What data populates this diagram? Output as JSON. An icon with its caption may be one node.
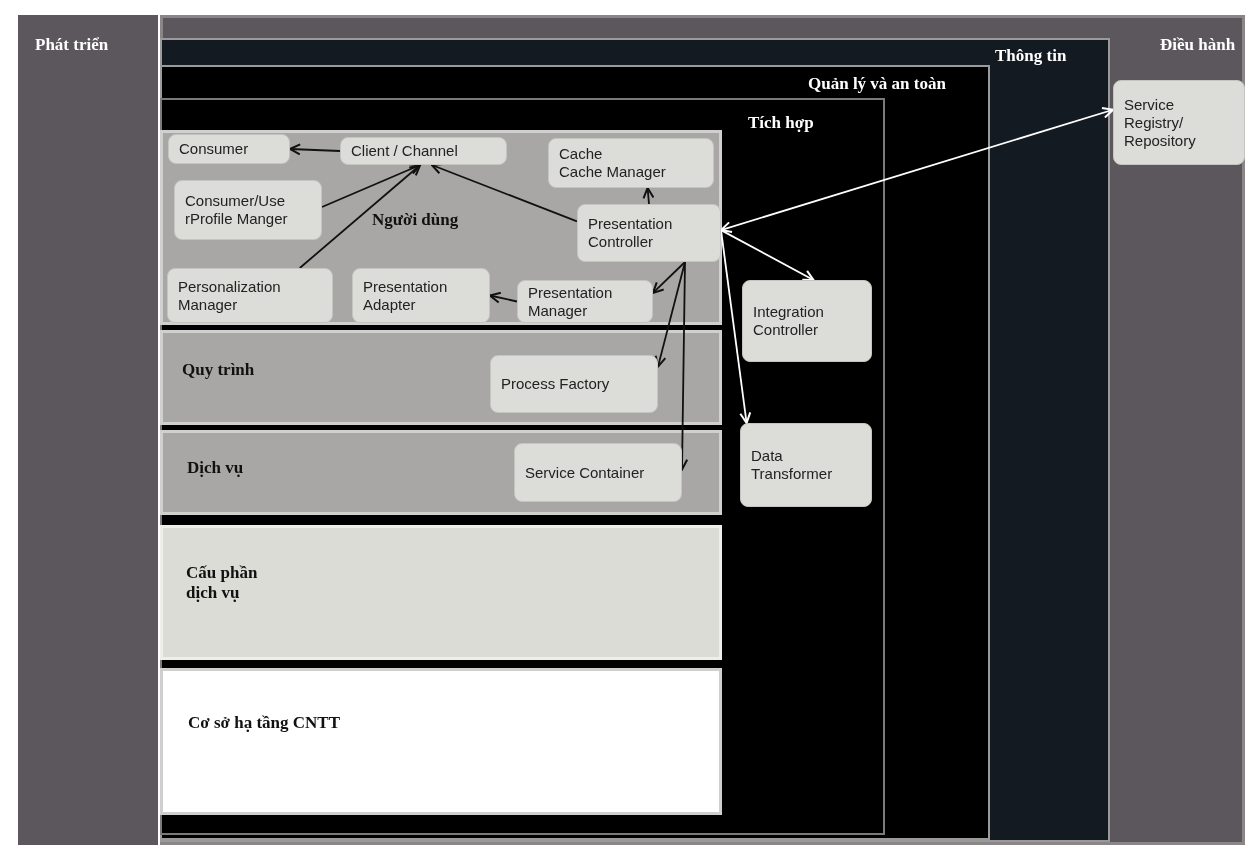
{
  "diagram": {
    "nodes": [
      {
        "text": [
          "Phát triển"
        ]
      },
      {
        "text": [
          "Điều hành"
        ]
      },
      {
        "text": [
          "Thông tin"
        ],
        "in": 1
      },
      {
        "text": [
          "Quản lý và an toàn"
        ],
        "in": 2
      },
      {
        "text": [
          "Tích hợp"
        ],
        "in": 3
      },
      {
        "text": [
          "Người dùng"
        ],
        "in": 4
      },
      {
        "text": [
          "Consumer"
        ],
        "in": 5
      },
      {
        "text": [
          "Client / Channel"
        ],
        "in": 5
      },
      {
        "text": [
          "Cache",
          "Cache Manager"
        ],
        "in": 5
      },
      {
        "text": [
          "Consumer/Use rProfile Manger"
        ],
        "in": 5
      },
      {
        "text": [
          "Presentation Controller"
        ],
        "in": 5
      },
      {
        "text": [
          "Personalization Manager"
        ],
        "in": 5
      },
      {
        "text": [
          "Presentation Adapter"
        ],
        "in": 5
      },
      {
        "text": [
          "Presentation Manager"
        ],
        "in": 5
      },
      {
        "text": [
          "Quy trình"
        ],
        "in": 4
      },
      {
        "text": [
          "Process Factory"
        ],
        "in": 14
      },
      {
        "text": [
          "Dịch vụ"
        ],
        "in": 4
      },
      {
        "text": [
          "Service Container"
        ],
        "in": 16
      },
      {
        "text": [
          "Cấu phần dịch vụ"
        ],
        "in": 4
      },
      {
        "text": [
          "Cơ sở hạ tầng CNTT"
        ],
        "in": 4
      },
      {
        "text": [
          "Integration Controller"
        ],
        "in": 4
      },
      {
        "text": [
          "Data Transformer"
        ],
        "in": 4
      },
      {
        "text": [
          "Service Registry/ Repository"
        ],
        "in": 1
      }
    ],
    "edges": [
      {
        "from": 7,
        "to": 6,
        "arrow": "to"
      },
      {
        "from": 9,
        "to": 7,
        "arrow": "to"
      },
      {
        "from": 11,
        "to": 7,
        "arrow": "to"
      },
      {
        "from": 10,
        "to": 7,
        "arrow": "to"
      },
      {
        "from": 10,
        "to": 8,
        "arrow": "to"
      },
      {
        "from": 13,
        "to": 12,
        "arrow": "to"
      },
      {
        "from": 10,
        "to": 13,
        "arrow": "to"
      },
      {
        "from": 10,
        "to": 15,
        "arrow": "to"
      },
      {
        "from": 10,
        "to": 17,
        "arrow": "to"
      },
      {
        "from": 22,
        "to": 10,
        "arrow": "both",
        "color": "#ffffff"
      },
      {
        "from": 10,
        "to": 20,
        "arrow": "to",
        "color": "#ffffff"
      },
      {
        "from": 10,
        "to": 21,
        "arrow": "to",
        "color": "#ffffff"
      }
    ]
  }
}
